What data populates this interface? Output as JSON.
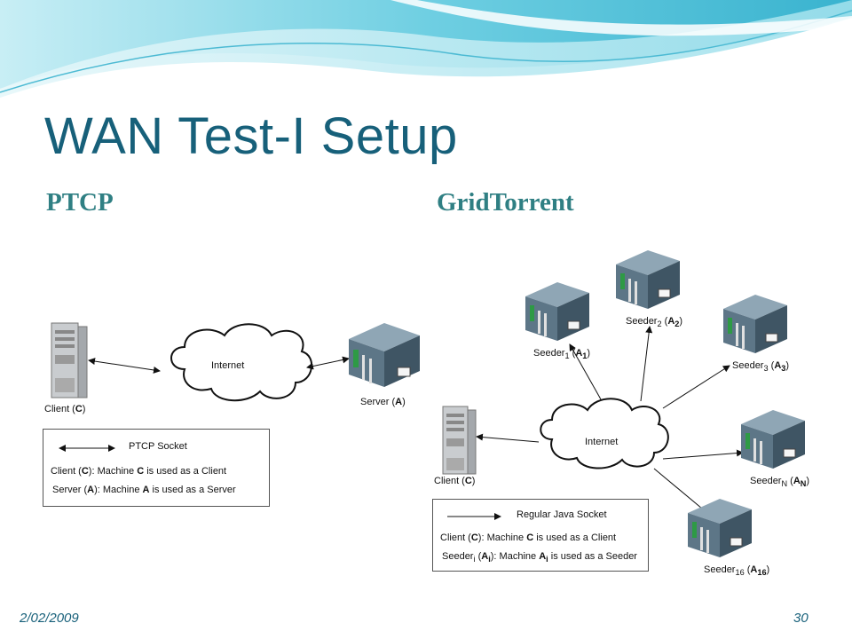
{
  "slide": {
    "title": "WAN Test-I Setup",
    "left_heading": "PTCP",
    "right_heading": "GridTorrent",
    "date": "2/02/2009",
    "page_number": "30"
  },
  "ptcp_diagram": {
    "client_label": "Client (",
    "client_letter": "C",
    "internet_label": "Internet",
    "server_label": "Server (",
    "server_letter": "A",
    "legend": {
      "socket_label": "PTCP Socket",
      "client_line_a": "Client (",
      "client_line_b": "C",
      "client_line_c": "): Machine ",
      "client_line_d": "C",
      "client_line_e": " is used as a Client",
      "server_line_a": "Server (",
      "server_line_b": "A",
      "server_line_c": "): Machine ",
      "server_line_d": "A",
      "server_line_e": " is used as a Server"
    }
  },
  "gridtorrent_diagram": {
    "internet_label": "Internet",
    "client_label": "Client (",
    "client_letter": "C",
    "seeders": [
      {
        "name": "Seeder",
        "sub": "1",
        "letter": "A",
        "letter_sub": "1"
      },
      {
        "name": "Seeder",
        "sub": "2",
        "letter": "A",
        "letter_sub": "2"
      },
      {
        "name": "Seeder",
        "sub": "3",
        "letter": "A",
        "letter_sub": "3"
      },
      {
        "name": "Seeder",
        "sub": "N",
        "letter": "A",
        "letter_sub": "N"
      },
      {
        "name": "Seeder",
        "sub": "16",
        "letter": "A",
        "letter_sub": "16"
      }
    ],
    "legend": {
      "socket_label": "Regular Java Socket",
      "client_line_a": "Client (",
      "client_line_b": "C",
      "client_line_c": "): Machine ",
      "client_line_d": "C",
      "client_line_e": " is used as a Client",
      "seeder_line_a": "Seeder",
      "seeder_line_sub": "i",
      "seeder_line_b": " (",
      "seeder_line_c": "A",
      "seeder_line_csub": "i",
      "seeder_line_d": "): Machine ",
      "seeder_line_e": "A",
      "seeder_line_esub": "i",
      "seeder_line_f": " is used as a Seeder"
    }
  },
  "colors": {
    "title": "#17607a",
    "heading": "#2f7f83",
    "wave": "#7fd3e3",
    "server_body": "#6a8596"
  }
}
